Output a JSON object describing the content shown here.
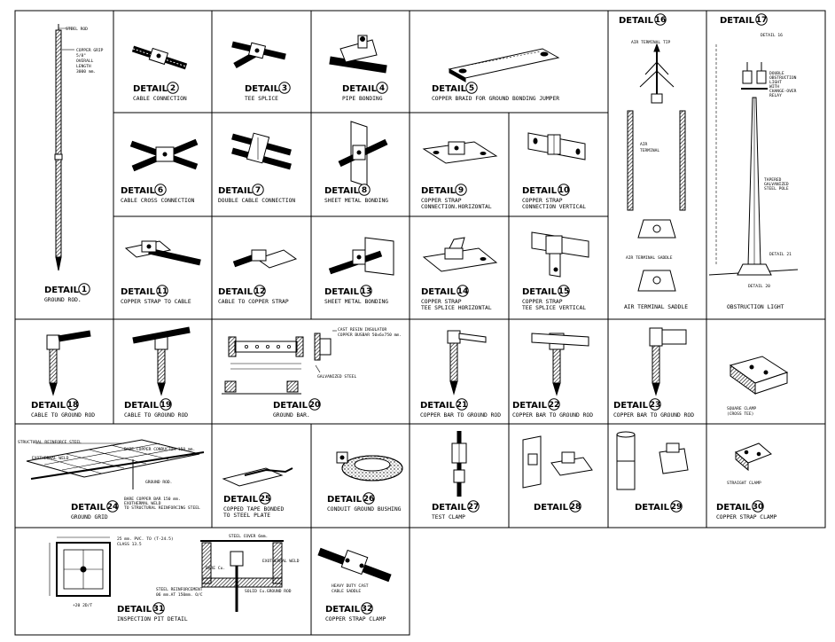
{
  "details": [
    {
      "id": "d1",
      "label": "DETAIL",
      "num": "1",
      "caption": [
        "GROUND ROD."
      ]
    },
    {
      "id": "d2",
      "label": "DETAIL",
      "num": "2",
      "caption": [
        "CABLE CONNECTION"
      ]
    },
    {
      "id": "d3",
      "label": "DETAIL",
      "num": "3",
      "caption": [
        "TEE SPLICE"
      ]
    },
    {
      "id": "d4",
      "label": "DETAIL",
      "num": "4",
      "caption": [
        "PIPE BONDING"
      ]
    },
    {
      "id": "d5",
      "label": "DETAIL",
      "num": "5",
      "caption": [
        "COPPER BRAID FOR GROUND BONDING JUMPER"
      ]
    },
    {
      "id": "d6",
      "label": "DETAIL",
      "num": "6",
      "caption": [
        "CABLE CROSS CONNECTION"
      ]
    },
    {
      "id": "d7",
      "label": "DETAIL",
      "num": "7",
      "caption": [
        "DOUBLE CABLE CONNECTION"
      ]
    },
    {
      "id": "d8",
      "label": "DETAIL",
      "num": "8",
      "caption": [
        "SHEET METAL BONDING"
      ]
    },
    {
      "id": "d9",
      "label": "DETAIL",
      "num": "9",
      "caption": [
        "COPPER STRAP",
        "CONNECTION.HORIZONTAL"
      ]
    },
    {
      "id": "d10",
      "label": "DETAIL",
      "num": "10",
      "caption": [
        "COPPER STRAP",
        "CONNECTION VERTICAL"
      ]
    },
    {
      "id": "d11",
      "label": "DETAIL",
      "num": "11",
      "caption": [
        "COPPER STRAP TO CABLE"
      ]
    },
    {
      "id": "d12",
      "label": "DETAIL",
      "num": "12",
      "caption": [
        "CABLE TO COPPER STRAP"
      ]
    },
    {
      "id": "d13",
      "label": "DETAIL",
      "num": "13",
      "caption": [
        "SHEET METAL BONDING"
      ]
    },
    {
      "id": "d14",
      "label": "DETAIL",
      "num": "14",
      "caption": [
        "COPPER STRAP",
        "TEE SPLICE HORIZONTAL"
      ]
    },
    {
      "id": "d15",
      "label": "DETAIL",
      "num": "15",
      "caption": [
        "COPPER STRAP",
        "TEE SPLICE VERTICAL"
      ]
    },
    {
      "id": "d16",
      "label": "DETAIL",
      "num": "16",
      "caption": [
        "AIR TERMINAL SADDLE"
      ]
    },
    {
      "id": "d17",
      "label": "DETAIL",
      "num": "17",
      "caption": [
        "OBSTRUCTION LIGHT"
      ]
    },
    {
      "id": "d18",
      "label": "DETAIL",
      "num": "18",
      "caption": [
        "CABLE TO GROUND ROD"
      ]
    },
    {
      "id": "d19",
      "label": "DETAIL",
      "num": "19",
      "caption": [
        "CABLE TO GROUND ROD"
      ]
    },
    {
      "id": "d20",
      "label": "DETAIL",
      "num": "20",
      "caption": [
        "GROUND BAR."
      ]
    },
    {
      "id": "d21",
      "label": "DETAIL",
      "num": "21",
      "caption": [
        "COPPER BAR TO GROUND ROD"
      ]
    },
    {
      "id": "d22",
      "label": "DETAIL",
      "num": "22",
      "caption": [
        "COPPER BAR TO GROUND ROD"
      ]
    },
    {
      "id": "d23",
      "label": "DETAIL",
      "num": "23",
      "caption": [
        "COPPER BAR TO GROUND ROD"
      ]
    },
    {
      "id": "d24",
      "label": "DETAIL",
      "num": "24",
      "caption": [
        "GROUND GRID"
      ]
    },
    {
      "id": "d25",
      "label": "DETAIL",
      "num": "25",
      "caption": [
        "COPPED TAPE BONDED",
        "TO STEEL PLATE"
      ]
    },
    {
      "id": "d26",
      "label": "DETAIL",
      "num": "26",
      "caption": [
        "CONDUIT GROUND BUSHING"
      ]
    },
    {
      "id": "d27",
      "label": "DETAIL",
      "num": "27",
      "caption": [
        "TEST CLAMP"
      ]
    },
    {
      "id": "d28",
      "label": "DETAIL",
      "num": "28",
      "caption": []
    },
    {
      "id": "d29",
      "label": "DETAIL",
      "num": "29",
      "caption": []
    },
    {
      "id": "d30",
      "label": "DETAIL",
      "num": "30",
      "caption": [
        "COPPER STRAP CLAMP"
      ]
    },
    {
      "id": "d31",
      "label": "DETAIL",
      "num": "31",
      "caption": [
        "INSPECTION PIT DETAIL"
      ]
    },
    {
      "id": "d32",
      "label": "DETAIL",
      "num": "32",
      "caption": [
        "COPPER STRAP CLAMP"
      ]
    }
  ],
  "annotations": {
    "d1": [
      "STEEL ROD",
      "COPPER GRIP",
      "5/8\"",
      "OVERALL",
      "LENGTH",
      "3000 mm."
    ],
    "d16": [
      "AIR TERMINAL TIP",
      "AIR",
      "TERMINAL",
      "AIR TERMINAL SADDLE"
    ],
    "d17": [
      "DETAIL 16",
      "DOUBLE",
      "OBSTRUCTION",
      "LIGHT",
      "WITH",
      "CHANGE-OVER",
      "RELAY",
      "TAPERED",
      "GALVANIZED",
      "STEEL POLE",
      "DETAIL 21",
      "DETAIL 20"
    ],
    "d20": [
      "CAST RESIN INSULATOR",
      "COPPER BUSBAR 50x6x750 mm.",
      "GALVANIZED STEEL"
    ],
    "d24": [
      "STRUCTURAL REINFORCE STEEL",
      "EXOTHERMAL WELD",
      "BARE COPPER CONDUCTOR 150 mm.",
      "GROUND ROD.",
      "BARE COPPER BAR 150 mm.",
      "EXOTHERMAL WELD",
      "TO STRUCTURAL REINFORCING STEEL"
    ],
    "d30": [
      "SQUARE CLAMP",
      "(CROSS TEE)",
      "STRAIGHT CLAMP"
    ],
    "d31": [
      "25 mm. PVC. TO (T-24.5)",
      "CLASS 13.5",
      "STEEL COVER 6mm.",
      "EXOTHERMAL WELD",
      "BARE Cu.",
      "STEEL REINFORCEMENT",
      "06 mm.AT 150mm. O/C",
      "SOLID Cu.GROUND ROD",
      "+20 2D/T"
    ],
    "d32": [
      "HEAVY DUTY CAST",
      "CABLE SADDLE"
    ]
  }
}
